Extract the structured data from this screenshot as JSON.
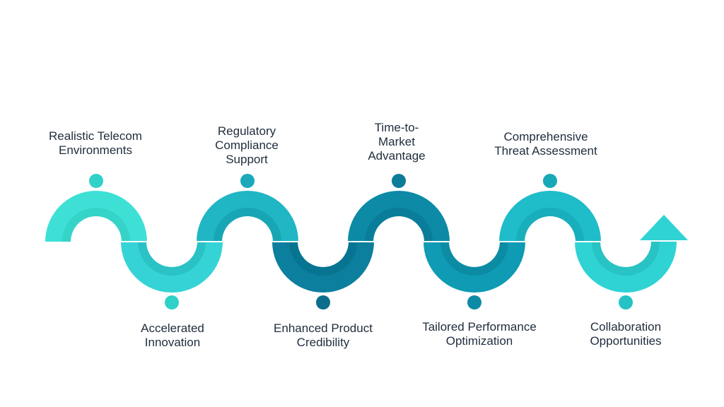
{
  "colors": {
    "background": "#ffffff",
    "text": "#1f2d3d",
    "segments": [
      "#3ee0d6",
      "#35d3d6",
      "#20b6c4",
      "#0b7f9d",
      "#0c8aa6",
      "#0e9bb3",
      "#1fbcc9",
      "#2fd3d4"
    ],
    "segment_shadows": [
      "#2fc9c0",
      "#23b4b8",
      "#1399a8",
      "#066b87",
      "#08738f",
      "#0a8097",
      "#14a2b0",
      "#22b6b8"
    ],
    "dots": [
      "#2fd1c8",
      "#2fd1c8",
      "#1ba9bb",
      "#0b6f8b",
      "#0c7c98",
      "#0d8aa6",
      "#18a9b8",
      "#25c2c6"
    ]
  },
  "milestones": [
    {
      "label": "Realistic Telecom\nEnvironments",
      "position": "top"
    },
    {
      "label": "Accelerated\nInnovation",
      "position": "bottom"
    },
    {
      "label": "Regulatory\nCompliance\nSupport",
      "position": "top"
    },
    {
      "label": "Enhanced Product\nCredibility",
      "position": "bottom"
    },
    {
      "label": "Time-to-\nMarket\nAdvantage",
      "position": "top"
    },
    {
      "label": "Tailored Performance\nOptimization",
      "position": "bottom"
    },
    {
      "label": "Comprehensive\nThreat Assessment",
      "position": "top"
    },
    {
      "label": "Collaboration\nOpportunities",
      "position": "bottom"
    }
  ]
}
